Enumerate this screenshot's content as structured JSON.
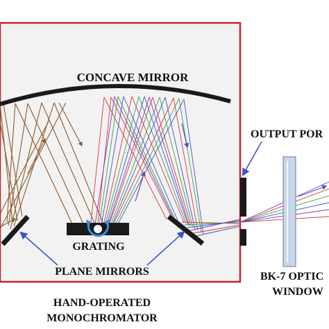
{
  "labels": {
    "concave_mirror": "CONCAVE MIRROR",
    "grating": "GRATING",
    "plane_mirrors": "PLANE MIRRORS",
    "monochromator_line1": "HAND-OPERATED",
    "monochromator_line2": "MONOCHROMATOR",
    "output_port": "OUTPUT POR",
    "window_line1": "BK-7 OPTIC",
    "window_line2": "WINDOW"
  },
  "colors": {
    "housing_border": "#c0262c",
    "housing_fill": "#f2f2f2",
    "mirror": "#1a1a1a",
    "ray_brown": "#8b5a2b",
    "ray_red": "#d43a3a",
    "ray_green": "#3aa14b",
    "ray_blue": "#3f54c8",
    "ray_purple": "#7b3ab8",
    "rotation_arrow": "#3b8fd9",
    "callout_arrow": "#3a55c8",
    "window_fill": "#c8d6ea"
  }
}
